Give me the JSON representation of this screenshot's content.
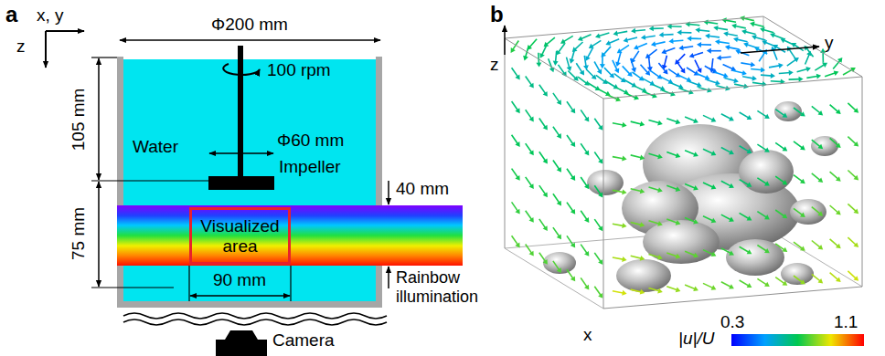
{
  "diagram": {
    "nodes": [
      {
        "text": [
          "Water"
        ]
      },
      {
        "text": [
          "Visualized area"
        ],
        "in": 0
      }
    ],
    "labels": [
      "a",
      "x, y",
      "z",
      "Φ200 mm",
      "100 rpm",
      "105 mm",
      "Φ60 mm",
      "Impeller",
      "40 mm",
      "75 mm",
      "Rainbow illumination",
      "90 mm",
      "Camera",
      "b",
      "z",
      "y",
      "x",
      "0.3",
      "1.1",
      "|u|/U"
    ]
  }
}
